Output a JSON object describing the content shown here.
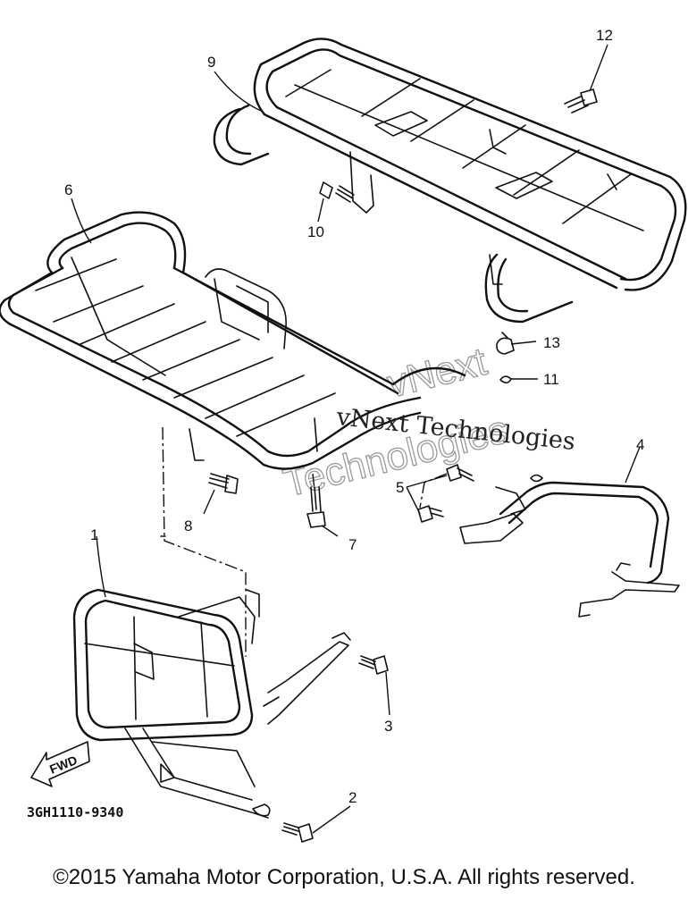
{
  "diagram": {
    "callouts": [
      {
        "id": "1",
        "text": "1"
      },
      {
        "id": "2",
        "text": "2"
      },
      {
        "id": "3",
        "text": "3"
      },
      {
        "id": "4",
        "text": "4"
      },
      {
        "id": "5",
        "text": "5"
      },
      {
        "id": "6",
        "text": "6"
      },
      {
        "id": "7",
        "text": "7"
      },
      {
        "id": "8",
        "text": "8"
      },
      {
        "id": "9",
        "text": "9"
      },
      {
        "id": "10",
        "text": "10"
      },
      {
        "id": "11",
        "text": "11"
      },
      {
        "id": "12",
        "text": "12"
      },
      {
        "id": "13",
        "text": "13"
      }
    ],
    "fwd_label": "FWD",
    "drawing_code": "3GH1110-9340"
  },
  "watermark": {
    "line1": "vNext Technologies",
    "line2": "vNext",
    "line3": "Technologies"
  },
  "footer": {
    "copyright": "©2015 Yamaha Motor Corporation, U.S.A. All rights reserved."
  }
}
